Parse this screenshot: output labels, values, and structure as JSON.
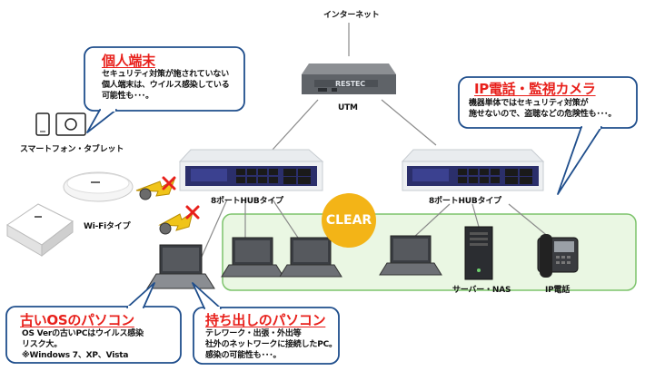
{
  "internet_label": "インターネット",
  "utm": {
    "label": "UTM",
    "brand": "RESTEC"
  },
  "hub_left": {
    "label": "8ポートHUBタイプ"
  },
  "hub_right": {
    "label": "8ポートHUBタイプ"
  },
  "clear_badge": "CLEAR",
  "devices": {
    "smartphone_tablet": "スマートフォン・タブレット",
    "wifi": "Wi-Fiタイプ",
    "server_nas": "サーバー・NAS",
    "ip_phone": "IP電話"
  },
  "callouts": {
    "personal": {
      "title": "個人端末",
      "lines": [
        "セキュリティ対策が施されていない",
        "個人端末は、ウイルス感染している",
        "可能性も･･･。"
      ]
    },
    "ip_camera": {
      "title": "IP電話・監視カメラ",
      "lines": [
        "機器単体ではセキュリティ対策が",
        "施せないので、盗聴などの危険性も･･･。"
      ]
    },
    "old_os": {
      "title": "古いOSのパソコン",
      "lines": [
        "OS Verの古いPCはウイルス感染",
        "リスク大。",
        "※Windows 7、XP、Vista"
      ]
    },
    "portable": {
      "title": "持ち出しのパソコン",
      "lines": [
        "テレワーク・出張・外出等",
        "社外のネットワークに接続したPC。",
        "感染の可能性も･･･。"
      ]
    }
  },
  "colors": {
    "callout_border": "#1f4e8c",
    "callout_title": "#e8201b",
    "clear_zone_fill": "#eaf7e3",
    "clear_zone_border": "#7cc36b",
    "clear_badge": "#f3b417",
    "blocked_x": "#e8201b",
    "attacker_arrow": "#f0c419"
  }
}
